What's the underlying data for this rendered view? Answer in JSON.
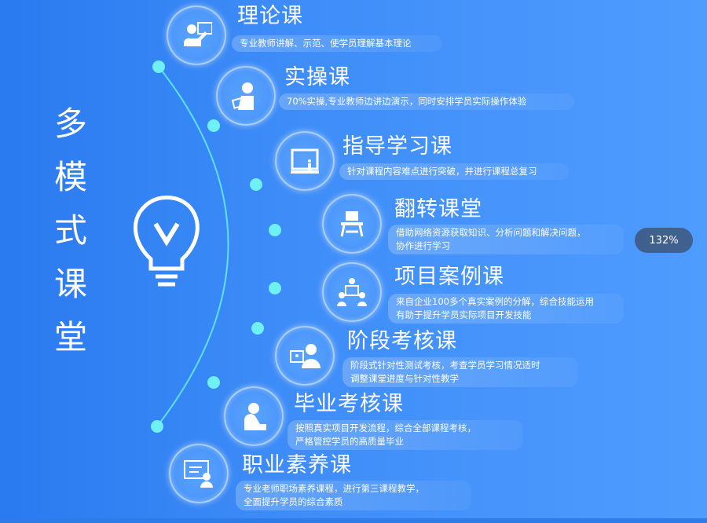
{
  "heading": [
    "多",
    "模",
    "式",
    "课",
    "堂"
  ],
  "items": [
    {
      "title": "理论课",
      "desc": [
        "专业教师讲解、示范、使学员理解基本理论"
      ],
      "icon": "teacher-pointing-icon"
    },
    {
      "title": "实操课",
      "desc": [
        "70%实操,专业教师边讲边演示，同时安排学员实际操作体验"
      ],
      "icon": "student-laptop-icon"
    },
    {
      "title": "指导学习课",
      "desc": [
        "针对课程内容难点进行突破，并进行课程总复习"
      ],
      "icon": "blackboard-icon"
    },
    {
      "title": "翻转课堂",
      "desc": [
        "借助网络资源获取知识、分析问题和解决问题，",
        "协作进行学习"
      ],
      "icon": "desk-chair-icon"
    },
    {
      "title": "项目案例课",
      "desc": [
        "来自企业100多个真实案例的分解，综合技能运用",
        "有助于提升学员实际项目开发技能"
      ],
      "icon": "group-meeting-icon"
    },
    {
      "title": "阶段考核课",
      "desc": [
        "阶段式针对性测试考核，考查学员学习情况适时",
        "调整课堂进度与针对性教学"
      ],
      "icon": "presentation-person-icon"
    },
    {
      "title": "毕业考核课",
      "desc": [
        "按照真实项目开发流程，综合全部课程考核，",
        "严格管控学员的高质量毕业"
      ],
      "icon": "person-writing-icon"
    },
    {
      "title": "职业素养课",
      "desc": [
        "专业老师职场素养课程，进行第三课程教学，",
        "全面提升学员的综合素质"
      ],
      "icon": "screen-teacher-icon"
    }
  ],
  "zoom_level": "132%",
  "colors": {
    "background": "#3d8cf8",
    "curve": "#5fe0f0"
  }
}
